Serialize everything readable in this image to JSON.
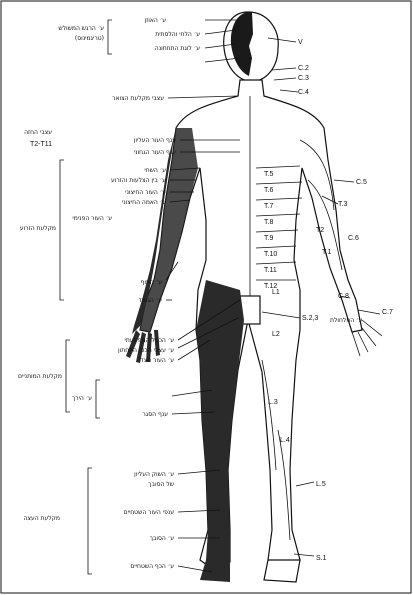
{
  "labels": {
    "left": [
      {
        "id": "h1",
        "text": "ע׳ האוזן"
      },
      {
        "id": "h2",
        "text": "ע׳ הרגש המשולש",
        "sub": "(טריגמינוס)"
      },
      {
        "id": "h3",
        "text": "ע׳ הלחי והלסתית"
      },
      {
        "id": "h4",
        "text": "ע׳ לוגת התחתונה"
      },
      {
        "id": "h5",
        "text": "עצבי מקלעת הצואר"
      },
      {
        "id": "h6",
        "text": "עצבי החזה",
        "sub": "T2-T11"
      },
      {
        "id": "h7",
        "text": "ענף העור העליון"
      },
      {
        "id": "h8",
        "text": "ענף העור הגחוני"
      },
      {
        "id": "h9",
        "text": "ע׳ השחי"
      },
      {
        "id": "h10",
        "text": "ע׳ בין הצלעות והזרוע"
      },
      {
        "id": "h11",
        "text": "ע׳ העור החיצוני"
      },
      {
        "id": "h12",
        "text": "ע׳ האמה החיצוני"
      },
      {
        "id": "h13",
        "text": "מקלעת הזרוע",
        "sub": "ע׳ העור הפנימי"
      },
      {
        "id": "h14",
        "text": "ע׳ התוף"
      },
      {
        "id": "h15",
        "text": "ע׳ הגומד"
      },
      {
        "id": "h16",
        "text": "ע׳ הכסל המפשעתי"
      },
      {
        "id": "h17",
        "text": "ע׳ עצבי הבטן התחתון"
      },
      {
        "id": "h18",
        "text": "ע׳ העור הצדי"
      },
      {
        "id": "h19",
        "text": "מקלעת המותניים"
      },
      {
        "id": "h20",
        "text": "ע׳ הירך"
      },
      {
        "id": "h21",
        "text": "ענף הסגר"
      },
      {
        "id": "h22",
        "text": "ע׳ השוק העליון",
        "sub": "של הסובך"
      },
      {
        "id": "h23",
        "text": "מקלעת העצה"
      },
      {
        "id": "h24",
        "text": "ענפי העור השטחיים"
      },
      {
        "id": "h25",
        "text": "ע׳ הסובך"
      },
      {
        "id": "h26",
        "text": "ע׳ הכף השטחיים"
      },
      {
        "id": "h27",
        "text": "ע׳ החלחולת"
      }
    ],
    "right": [
      {
        "id": "V",
        "text": "V"
      },
      {
        "id": "C2",
        "text": "C.2"
      },
      {
        "id": "C3",
        "text": "C.3"
      },
      {
        "id": "C4",
        "text": "C.4"
      },
      {
        "id": "C5",
        "text": "C.5"
      },
      {
        "id": "T3",
        "text": "T.3"
      },
      {
        "id": "C6",
        "text": "C.6"
      },
      {
        "id": "T2",
        "text": "T2"
      },
      {
        "id": "T1",
        "text": "T.1"
      },
      {
        "id": "C8",
        "text": "C.8"
      },
      {
        "id": "C7",
        "text": "C.7"
      },
      {
        "id": "S23",
        "text": "S.2,3"
      },
      {
        "id": "L1",
        "text": "L1"
      },
      {
        "id": "L2",
        "text": "L2"
      },
      {
        "id": "L3",
        "text": "L.3"
      },
      {
        "id": "L4",
        "text": "L.4"
      },
      {
        "id": "L5",
        "text": "L.5"
      },
      {
        "id": "S1",
        "text": "S.1"
      }
    ],
    "trunk": [
      "T.5",
      "T.6",
      "T.7",
      "T.8",
      "T.9",
      "T.10",
      "T.11",
      "T.12"
    ]
  }
}
